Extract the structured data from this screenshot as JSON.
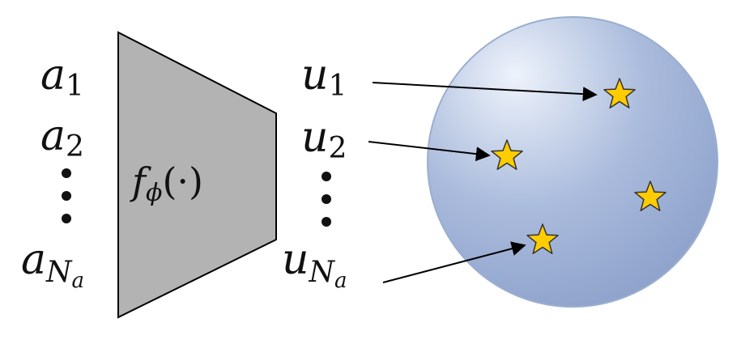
{
  "diagram": {
    "inputs": [
      {
        "base": "a",
        "sub": "1"
      },
      {
        "base": "a",
        "sub": "2"
      },
      {
        "base": "a",
        "sub": "N",
        "subsub": "a"
      }
    ],
    "encoder": {
      "func": "f",
      "sub": "ϕ",
      "args": "(·)"
    },
    "outputs": [
      {
        "base": "u",
        "sub": "1"
      },
      {
        "base": "u",
        "sub": "2"
      },
      {
        "base": "u",
        "sub": "N",
        "subsub": "a"
      }
    ],
    "stars": 4,
    "colors": {
      "encoder_fill": "#b3b3b3",
      "sphere_light": "#eef3fb",
      "sphere_mid": "#aabbdc",
      "sphere_dark": "#8fa3cc",
      "sphere_edge": "#9aaed0",
      "star_fill": "#ffcc00",
      "star_stroke": "#333333",
      "arrow": "#000000"
    }
  }
}
